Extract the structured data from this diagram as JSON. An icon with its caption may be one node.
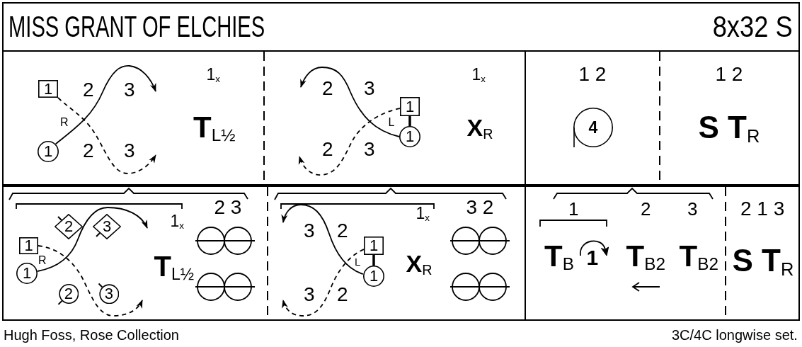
{
  "diagram": {
    "title": "MISS GRANT OF ELCHIES",
    "nodes": [
      {
        "text": [
          "1"
        ]
      },
      {
        "text": [
          "1"
        ]
      },
      {
        "text": [
          "1"
        ]
      },
      {
        "text": [
          "1"
        ]
      },
      {
        "text": [
          "4"
        ]
      },
      {
        "text": [
          "2"
        ]
      },
      {
        "text": [
          "3"
        ]
      },
      {
        "text": [
          "1"
        ]
      },
      {
        "text": [
          "1"
        ]
      },
      {
        "text": [
          "2"
        ]
      },
      {
        "text": [
          "3"
        ]
      },
      {
        "text": [
          "1"
        ]
      },
      {
        "text": [
          "1"
        ]
      }
    ],
    "edges": [
      {
        "from": 0,
        "to": null,
        "arrow": "to",
        "style": "dashed"
      },
      {
        "from": 1,
        "to": null,
        "arrow": "to"
      },
      {
        "from": 2,
        "to": 3,
        "arrow": "none",
        "style": "thick"
      },
      {
        "from": 2,
        "to": null,
        "arrow": "to",
        "style": "dashed"
      },
      {
        "from": 3,
        "to": null,
        "arrow": "to"
      },
      {
        "from": 7,
        "to": null,
        "arrow": "to",
        "style": "dashed"
      },
      {
        "from": 8,
        "to": null,
        "arrow": "to"
      },
      {
        "from": 11,
        "to": 12,
        "arrow": "none",
        "style": "thick"
      },
      {
        "from": 11,
        "to": null,
        "arrow": "to",
        "style": "dashed"
      },
      {
        "from": 12,
        "to": null,
        "arrow": "to"
      }
    ],
    "labels": [
      "8x32 S",
      "2",
      "3",
      "1$_{x}$",
      "R",
      "**T**$_{L½}$",
      "2",
      "3",
      "2",
      "3",
      "1$_{x}$",
      "L",
      "**X**$_{R}$",
      "2",
      "3",
      "1 2",
      "1 2",
      "**S T**$_{R}$",
      "1$_{x}$",
      "2 3",
      "R",
      "**T**$_{L½}$",
      "1$_{x}$",
      "3 2",
      "3",
      "2",
      "L",
      "**X**$_{R}$",
      "3",
      "2",
      "1",
      "2",
      "3",
      "**T**$_{B}$",
      "1",
      "**T**$_{B2}$",
      "**T**$_{B2}$",
      "2 1 3",
      "**S T**$_{R}$",
      "Hugh Foss, Rose Collection",
      "3C/4C longwise set."
    ]
  }
}
